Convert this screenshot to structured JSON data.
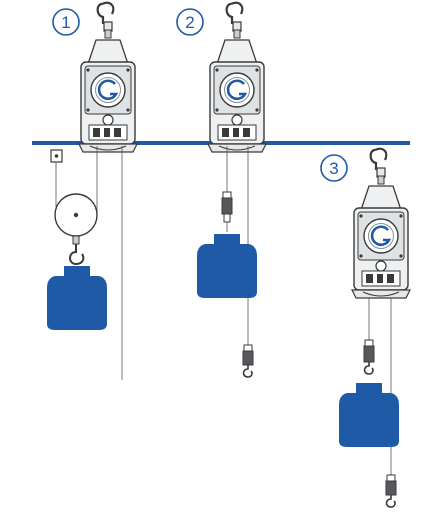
{
  "configurations": [
    {
      "id": "config-1",
      "label": "1"
    },
    {
      "id": "config-2",
      "label": "2"
    },
    {
      "id": "config-3",
      "label": "3"
    }
  ],
  "colors": {
    "accent_blue": "#1f5aa6",
    "outline": "#3a3a3a",
    "light_gray": "#e6e8ea",
    "mid_gray": "#c9ccd0",
    "dark_gray": "#55595e"
  },
  "icons": [
    "hoist-unit-icon",
    "hook-icon",
    "pulley-icon",
    "weight-icon",
    "rail-icon"
  ]
}
